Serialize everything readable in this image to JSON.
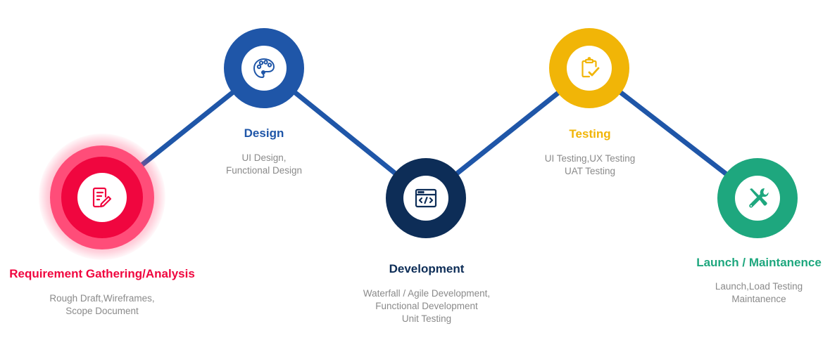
{
  "colors": {
    "connector": "#1f56a8",
    "requirement": "#f0063f",
    "requirement_ring": "#ff4d79",
    "design": "#1f56a8",
    "development": "#0d2d57",
    "testing": "#f1b507",
    "launch": "#1ea77e",
    "description_text": "#8a8a8a"
  },
  "steps": [
    {
      "id": "requirement",
      "title": "Requirement Gathering/Analysis",
      "icon": "document-edit-icon",
      "description": [
        "Rough Draft,Wireframes,",
        "Scope Document"
      ],
      "active": true
    },
    {
      "id": "design",
      "title": "Design",
      "icon": "palette-icon",
      "description": [
        "UI Design,",
        "Functional Design"
      ]
    },
    {
      "id": "development",
      "title": "Development",
      "icon": "code-window-icon",
      "description": [
        "Waterfall / Agile Development,",
        "Functional Development",
        "Unit Testing"
      ]
    },
    {
      "id": "testing",
      "title": "Testing",
      "icon": "clipboard-check-icon",
      "description": [
        "UI Testing,UX Testing",
        "UAT Testing"
      ]
    },
    {
      "id": "launch",
      "title": "Launch / Maintanence",
      "icon": "tools-icon",
      "description": [
        "Launch,Load Testing",
        "Maintanence"
      ]
    }
  ]
}
